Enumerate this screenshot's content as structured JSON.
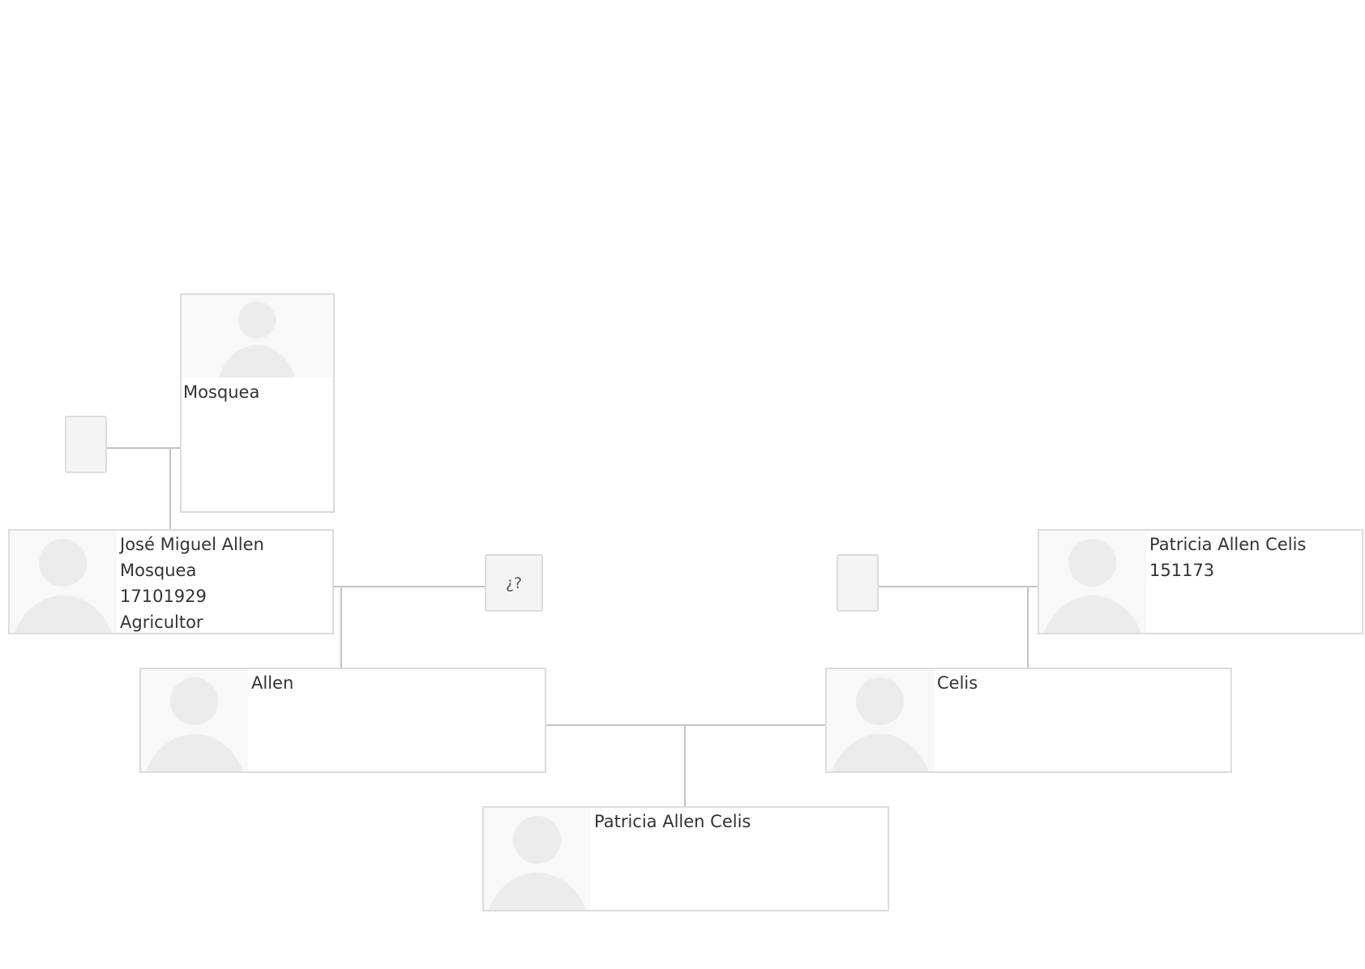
{
  "tree": {
    "great_grandparent": {
      "lines": [
        "Mosquea"
      ]
    },
    "grandparent_paternal": {
      "lines": [
        "José Miguel Allen",
        "Mosquea",
        "17101929",
        "Agricultor"
      ]
    },
    "grandparent_maternal": {
      "lines": [
        "Patricia Allen Celis",
        "151173"
      ]
    },
    "father": {
      "lines": [
        "Allen"
      ]
    },
    "mother": {
      "lines": [
        "Celis"
      ]
    },
    "subject": {
      "lines": [
        "Patricia Allen Celis"
      ]
    },
    "unknown_spouse_label": "¿?"
  }
}
